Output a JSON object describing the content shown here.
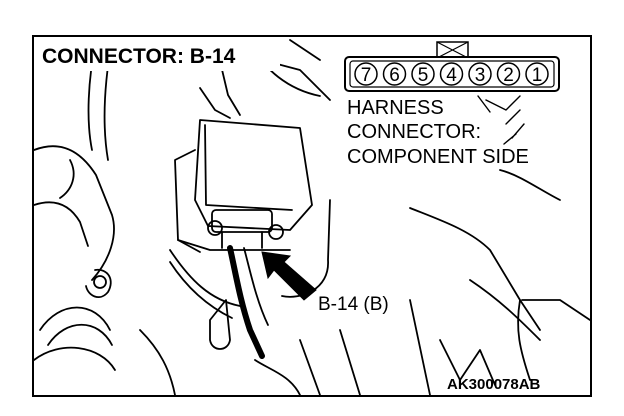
{
  "title": "CONNECTOR: B-14",
  "pins": [
    "7",
    "6",
    "5",
    "4",
    "3",
    "2",
    "1"
  ],
  "harness_label": [
    "HARNESS",
    "CONNECTOR:",
    "COMPONENT SIDE"
  ],
  "pointer_label": "B-14 (B)",
  "figure_id": "AK300078AB",
  "colors": {
    "ink": "#000000",
    "paper": "#ffffff"
  }
}
